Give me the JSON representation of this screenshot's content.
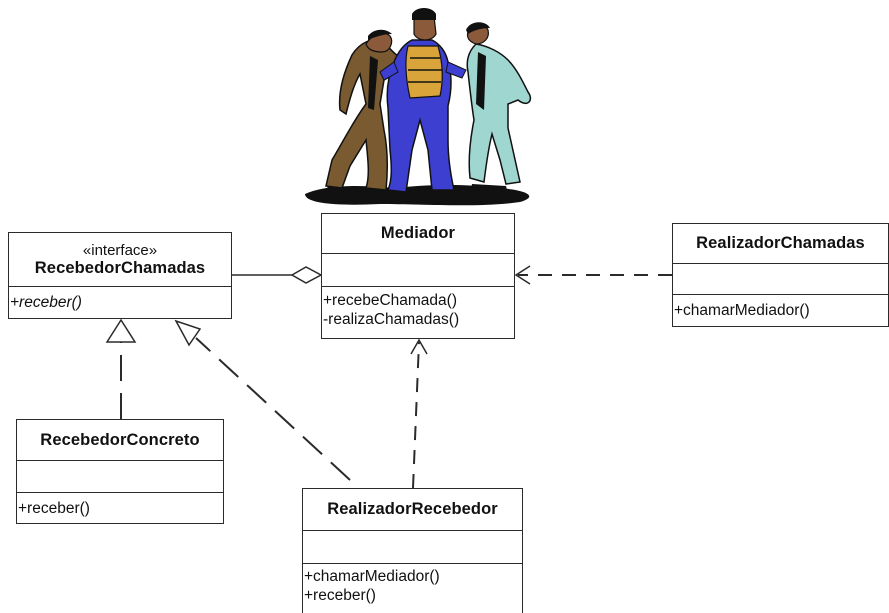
{
  "classes": {
    "mediador": {
      "name": "Mediador",
      "operations": [
        "+recebeChamada()",
        "-realizaChamadas()"
      ]
    },
    "recebedor_chamadas": {
      "stereotype": "«interface»",
      "name": "RecebedorChamadas",
      "operations": [
        "+receber()"
      ]
    },
    "realizador_chamadas": {
      "name": "RealizadorChamadas",
      "operations": [
        "+chamarMediador()"
      ]
    },
    "recebedor_concreto": {
      "name": "RecebedorConcreto",
      "operations": [
        "+receber()"
      ]
    },
    "realizador_recebedor": {
      "name": "RealizadorRecebedor",
      "operations": [
        "+chamarMediador()",
        "+receber()"
      ]
    }
  },
  "relationships": [
    {
      "type": "aggregation",
      "from": "Mediador",
      "to": "RecebedorChamadas"
    },
    {
      "type": "dependency",
      "from": "RealizadorChamadas",
      "to": "Mediador"
    },
    {
      "type": "dependency",
      "from": "RealizadorRecebedor",
      "to": "Mediador"
    },
    {
      "type": "realization",
      "from": "RecebedorConcreto",
      "to": "RecebedorChamadas"
    },
    {
      "type": "realization",
      "from": "RealizadorRecebedor",
      "to": "RecebedorChamadas"
    }
  ],
  "illustration": {
    "icon": "mediator-clipart-icon"
  },
  "colors": {
    "line": "#2b2b2b",
    "suit_left": "#7a5a30",
    "suit_center": "#3d3fd0",
    "vest_center": "#d9a43a",
    "suit_right": "#9fd6d0",
    "skin": "#8a5a3a",
    "shadow": "#111111"
  }
}
